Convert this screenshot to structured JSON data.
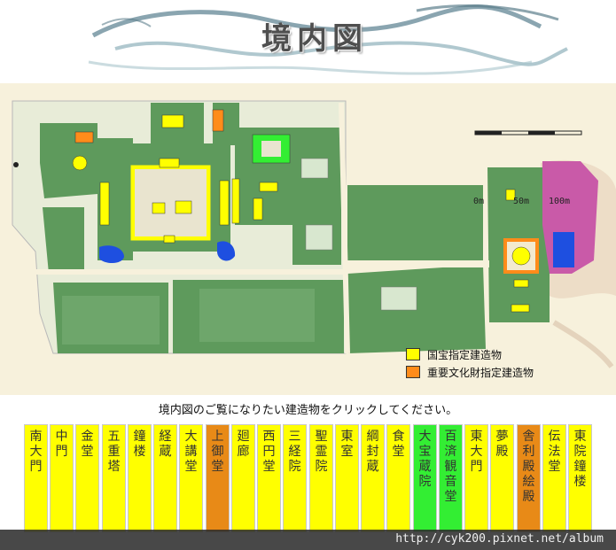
{
  "header": {
    "title": "境内図"
  },
  "scale": {
    "labels": [
      "0m",
      "50m",
      "100m"
    ]
  },
  "legend": {
    "items": [
      {
        "label": "国宝指定建造物",
        "color": "#ffff00"
      },
      {
        "label": "重要文化財指定建造物",
        "color": "#ff8c1a"
      }
    ]
  },
  "instruction": "境内図のご覧になりたい建造物をクリックしてください。",
  "buildings": [
    {
      "label": "南大門",
      "color": "#ffff00"
    },
    {
      "label": "中門",
      "color": "#ffff00"
    },
    {
      "label": "金堂",
      "color": "#ffff00"
    },
    {
      "label": "五重塔",
      "color": "#ffff00"
    },
    {
      "label": "鐘楼",
      "color": "#ffff00"
    },
    {
      "label": "経蔵",
      "color": "#ffff00"
    },
    {
      "label": "大講堂",
      "color": "#ffff00"
    },
    {
      "label": "上御堂",
      "color": "#e88a17"
    },
    {
      "label": "廻廊",
      "color": "#ffff00"
    },
    {
      "label": "西円堂",
      "color": "#ffff00"
    },
    {
      "label": "三経院",
      "color": "#ffff00"
    },
    {
      "label": "聖霊院",
      "color": "#ffff00"
    },
    {
      "label": "東室",
      "color": "#ffff00"
    },
    {
      "label": "綱封蔵",
      "color": "#ffff00"
    },
    {
      "label": "食堂",
      "color": "#ffff00"
    },
    {
      "label": "大宝蔵院",
      "color": "#33ee33"
    },
    {
      "label": "百済観音堂",
      "color": "#33ee33"
    },
    {
      "label": "東大門",
      "color": "#ffff00"
    },
    {
      "label": "夢殿",
      "color": "#ffff00"
    },
    {
      "label": "舎利殿絵殿",
      "color": "#e88a17"
    },
    {
      "label": "伝法堂",
      "color": "#ffff00"
    },
    {
      "label": "東院鐘楼",
      "color": "#ffff00"
    }
  ],
  "footer": {
    "url": "http://cyk200.pixnet.net/album"
  },
  "colors": {
    "green": "#5e9a5c",
    "road": "#f7f1dc",
    "national": "#ffff00",
    "important": "#ff8c1a",
    "water": "#1e4fe0",
    "pink": "#c95aa8"
  }
}
